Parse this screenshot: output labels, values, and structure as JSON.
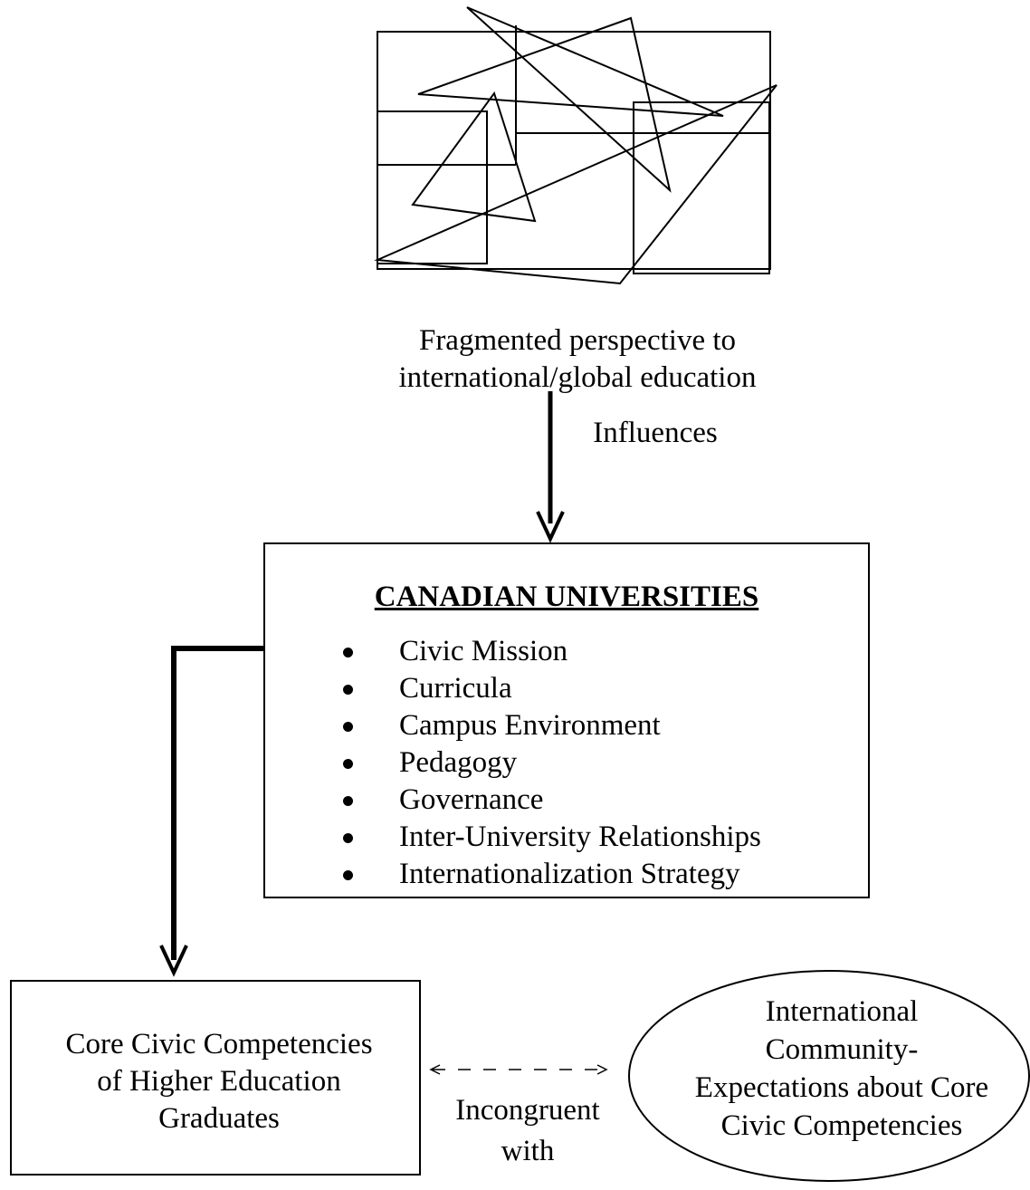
{
  "fragmented_caption": {
    "line1": "Fragmented perspective to",
    "line2": "international/global education"
  },
  "influences_label": "Influences",
  "universities": {
    "title": "CANADIAN UNIVERSITIES",
    "items": [
      "Civic Mission",
      "Curricula",
      "Campus Environment",
      "Pedagogy",
      "Governance",
      "Inter-University Relationships",
      "Internationalization Strategy"
    ]
  },
  "competencies_box": {
    "line1": "Core Civic Competencies",
    "line2": "of Higher Education",
    "line3": "Graduates"
  },
  "incongruent_label": {
    "line1": "Incongruent",
    "line2": "with"
  },
  "international_ellipse": {
    "line1": "International",
    "line2": "Community-",
    "line3": "Expectations about Core",
    "line4": "Civic Competencies"
  }
}
